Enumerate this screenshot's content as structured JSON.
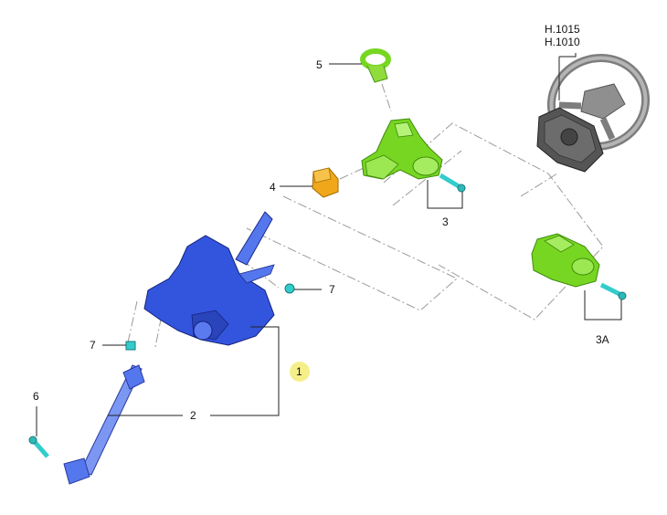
{
  "labels": {
    "ref_top": "H.1015",
    "ref_bottom": "H.1010",
    "l5": "5",
    "l4": "4",
    "l3": "3",
    "l3a": "3A",
    "l7_right": "7",
    "l7_left": "7",
    "l1": "1",
    "l2": "2",
    "l6": "6"
  },
  "colors": {
    "blue_part": "#3355dd",
    "green_part": "#77d622",
    "green_light": "#99e84a",
    "orange_part": "#f0a81a",
    "cyan_fastener": "#33cccc",
    "highlight_circle": "#f5ef8a",
    "wheel_grey": "#8a8a8a",
    "leader_line": "#222222",
    "dash_line": "#9a9a9a"
  },
  "icons": {
    "steering_wheel": "steering-wheel-icon",
    "clockspring": "clockspring-icon",
    "column": "steering-column-icon",
    "shaft": "intermediate-shaft-icon"
  }
}
